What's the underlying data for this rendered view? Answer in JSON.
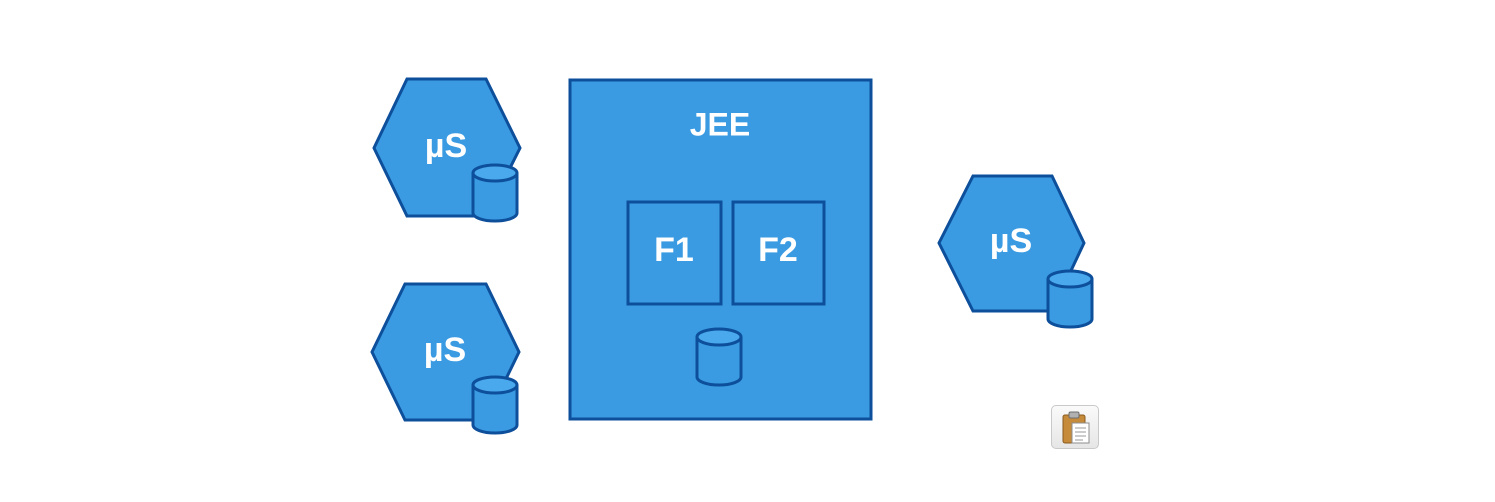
{
  "diagram": {
    "microservice_label": "µS",
    "jee_label": "JEE",
    "feature_1_label": "F1",
    "feature_2_label": "F2"
  },
  "colors": {
    "fill": "#3a9be2",
    "stroke": "#0d4f9b",
    "text": "#ffffff"
  },
  "icons": {
    "paste": "clipboard-icon"
  }
}
